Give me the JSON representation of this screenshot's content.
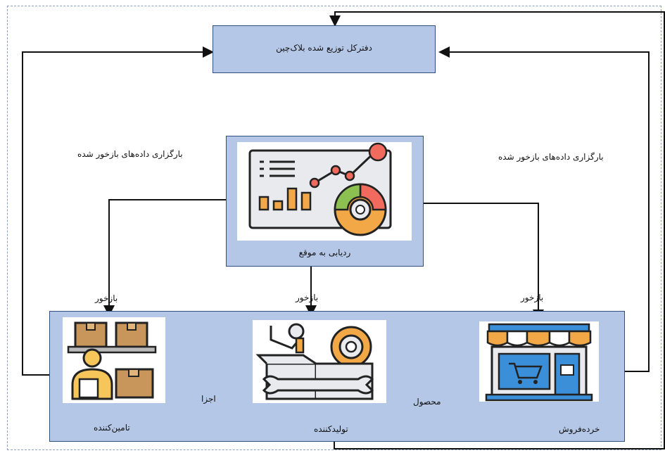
{
  "ledger": {
    "label": "دفترکل توزیع شده بلاک‌چین"
  },
  "tracking": {
    "label": "ردیابی به موقع"
  },
  "upload_left": "بارگزاری داده‌های بازخور شده",
  "upload_right": "بارگزاری داده‌های بازخور شده",
  "feedback": [
    "بازخور",
    "بازخور",
    "بازخور"
  ],
  "chain": {
    "supplier": "تامین‌کننده",
    "manufacturer": "تولیدکننده",
    "retailer": "خرده‌فروش",
    "parts": "اجزا",
    "product": "محصول"
  },
  "colors": {
    "box_fill": "#b4c7e7",
    "box_border": "#2f4f7f",
    "orange": "#f3a847",
    "red": "#f06a5d",
    "green": "#8cc152",
    "blue": "#3b8fd9"
  }
}
